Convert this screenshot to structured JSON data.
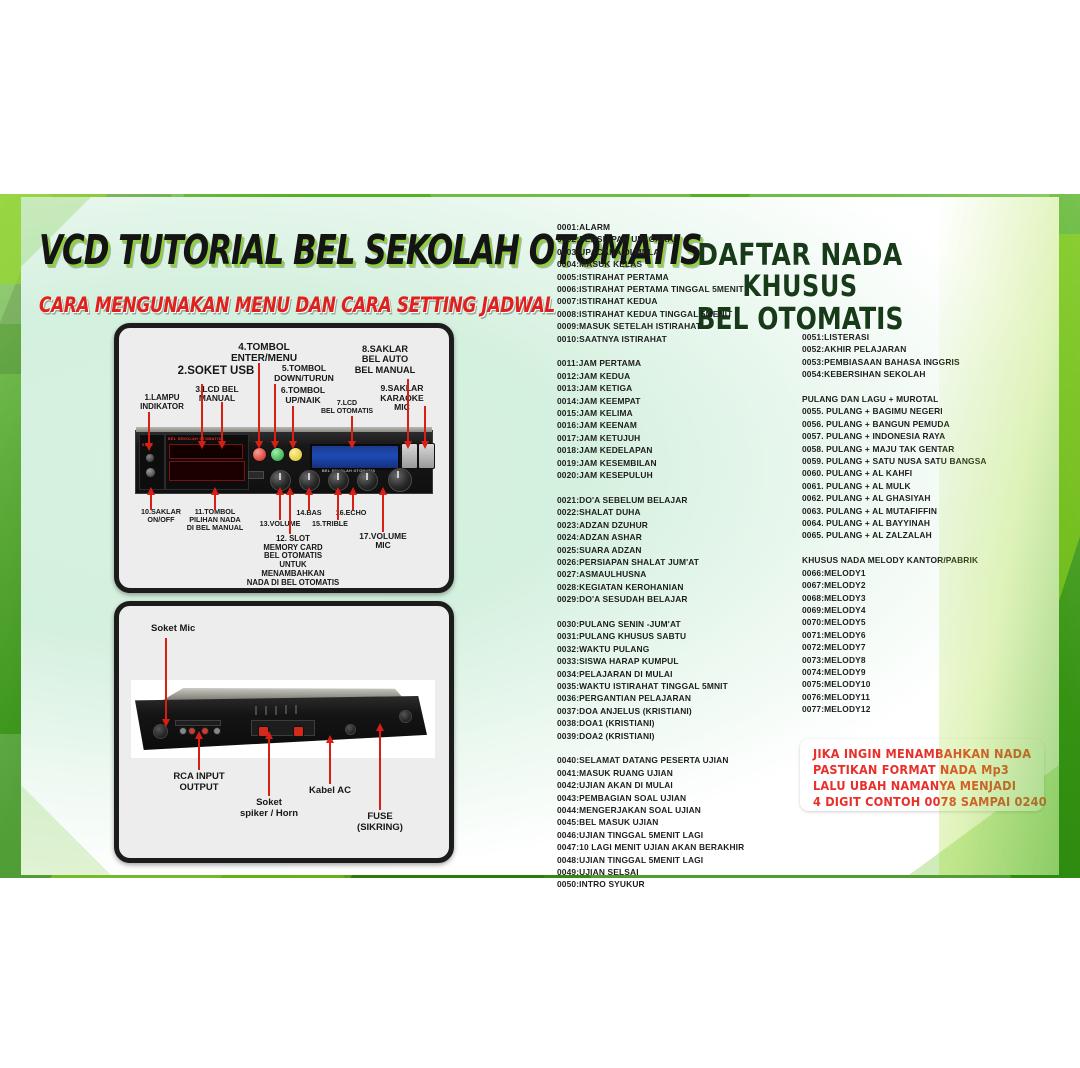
{
  "poster": {
    "title_main": "VCD TUTORIAL BEL SEKOLAH OTOMATIS",
    "title_sub": "CARA MENGUNAKAN MENU DAN CARA SETTING JADWAL",
    "accent_green": "#53b220",
    "accent_red": "#e0201c",
    "title_dark": "#141414"
  },
  "front_panel": {
    "labels": [
      {
        "id": "lampu-indikator",
        "text": "1.LAMPU\nINDIKATOR"
      },
      {
        "id": "soket-usb",
        "text": "2.SOKET USB"
      },
      {
        "id": "lcd-bel-manual",
        "text": "3.LCD BEL\nMANUAL"
      },
      {
        "id": "tombol-enter-menu",
        "text": "4.TOMBOL\nENTER/MENU"
      },
      {
        "id": "tombol-down-turun",
        "text": "5.TOMBOL\nDOWN/TURUN"
      },
      {
        "id": "tombol-up-naik",
        "text": "6.TOMBOL\nUP/NAIK"
      },
      {
        "id": "lcd-bel-otomatis",
        "text": "7.LCD\nBEL OTOMATIS"
      },
      {
        "id": "saklar-bel-auto-manual",
        "text": "8.SAKLAR\nBEL AUTO\nBEL MANUAL"
      },
      {
        "id": "saklar-karaoke-mic",
        "text": "9.SAKLAR\nKARAOKE\nMIC"
      },
      {
        "id": "saklar-on-off",
        "text": "10.SAKLAR\nON/OFF"
      },
      {
        "id": "tombol-pilihan-nada",
        "text": "11.TOMBOL\nPILIHAN NADA\nDI BEL MANUAL"
      },
      {
        "id": "slot-memory-card",
        "text": "12. SLOT\nMEMORY CARD\nBEL OTOMATIS\nUNTUK\nMENAMBAHKAN\nNADA DI BEL OTOMATIS"
      },
      {
        "id": "volume",
        "text": "13.VOLUME"
      },
      {
        "id": "bas",
        "text": "14.BAS"
      },
      {
        "id": "trible",
        "text": "15.TRIBLE"
      },
      {
        "id": "echo",
        "text": "16.ECHO"
      },
      {
        "id": "volume-mic",
        "text": "17.VOLUME\nMIC"
      }
    ]
  },
  "back_panel": {
    "labels": [
      {
        "id": "soket-mic",
        "text": "Soket Mic"
      },
      {
        "id": "rca-input-output",
        "text": "RCA INPUT\nOUTPUT"
      },
      {
        "id": "soket-spiker-horn",
        "text": "Soket\nspiker / Horn"
      },
      {
        "id": "kabel-ac",
        "text": "Kabel AC"
      },
      {
        "id": "fuse-sikring",
        "text": "FUSE\n(SIKRING)"
      }
    ]
  },
  "tone_list": {
    "heading_line1": "DAFTAR NADA",
    "heading_line2": "KHUSUS",
    "heading_line3": "BEL OTOMATIS",
    "column_left": [
      {
        "id": "group-1",
        "rows": [
          "0001:ALARM",
          "0002:PERSIAPAN UPACARA",
          "0003:UPACARA DI MULAI",
          "0004:MASUK KELAS",
          "0005:ISTIRAHAT PERTAMA",
          "0006:ISTIRAHAT PERTAMA TINGGAL 5MENIT",
          "0007:ISTIRAHAT KEDUA",
          "0008:ISTIRAHAT KEDUA TINGGAL 5MENIT",
          "0009:MASUK SETELAH ISTIRAHAT",
          "0010:SAATNYA ISTIRAHAT"
        ]
      },
      {
        "id": "group-2",
        "rows": [
          "0011:JAM PERTAMA",
          "0012:JAM KEDUA",
          "0013:JAM KETIGA",
          "0014:JAM KEEMPAT",
          "0015:JAM KELIMA",
          "0016:JAM KEENAM",
          "0017:JAM KETUJUH",
          "0018:JAM KEDELAPAN",
          "0019:JAM KESEMBILAN",
          "0020:JAM KESEPULUH"
        ]
      },
      {
        "id": "group-3",
        "rows": [
          "0021:DO'A SEBELUM BELAJAR",
          "0022:SHALAT DUHA",
          "0023:ADZAN DZUHUR",
          "0024:ADZAN ASHAR",
          "0025:SUARA ADZAN",
          "0026:PERSIAPAN SHALAT JUM'AT",
          "0027:ASMAULHUSNA",
          "0028:KEGIATAN KEROHANIAN",
          "0029:DO'A SESUDAH BELAJAR"
        ]
      },
      {
        "id": "group-4",
        "rows": [
          "0030:PULANG SENIN -JUM'AT",
          "0031:PULANG KHUSUS SABTU",
          "0032:WAKTU PULANG",
          "0033:SISWA HARAP KUMPUL",
          "0034:PELAJARAN DI MULAI",
          "0035:WAKTU ISTIRAHAT TINGGAL 5MNIT",
          "0036:PERGANTIAN PELAJARAN",
          "0037:DOA ANJELUS (KRISTIANI)",
          "0038:DOA1 (KRISTIANI)",
          "0039:DOA2 (KRISTIANI)"
        ]
      },
      {
        "id": "group-5",
        "rows": [
          "0040:SELAMAT DATANG PESERTA UJIAN",
          "0041:MASUK RUANG UJIAN",
          "0042:UJIAN AKAN DI MULAI",
          "0043:PEMBAGIAN SOAL UJIAN",
          "0044:MENGERJAKAN SOAL UJIAN",
          "0045:BEL MASUK UJIAN",
          "0046:UJIAN TINGGAL 5MENIT LAGI",
          "0047:10 LAGI MENIT UJIAN AKAN BERAKHIR",
          "0048:UJIAN TINGGAL 5MENIT LAGI",
          "0049:UJIAN SELSAI",
          "0050:INTRO SYUKUR"
        ]
      }
    ],
    "column_right": [
      {
        "id": "group-6",
        "rows": [
          "0051:LISTERASI",
          "0052:AKHIR PELAJARAN",
          "0053:PEMBIASAAN BAHASA INGGRIS",
          "0054:KEBERSIHAN SEKOLAH"
        ]
      },
      {
        "id": "group-7",
        "rows": [
          "PULANG DAN LAGU + MUROTAL",
          "0055. PULANG + BAGIMU NEGERI",
          "0056. PULANG + BANGUN PEMUDA",
          "0057. PULANG + INDONESIA RAYA",
          "0058. PULANG + MAJU TAK GENTAR",
          "0059. PULANG + SATU NUSA SATU BANGSA",
          "0060. PULANG + AL KAHFI",
          "0061. PULANG + AL MULK",
          "0062. PULANG + AL GHASIYAH",
          "0063. PULANG + AL MUTAFIFFIN",
          "0064. PULANG + AL BAYYINAH",
          "0065. PULANG + AL ZALZALAH"
        ]
      },
      {
        "id": "group-8",
        "rows": [
          "KHUSUS NADA MELODY KANTOR/PABRIK",
          "0066:MELODY1",
          "0067:MELODY2",
          "0068:MELODY3",
          "0069:MELODY4",
          "0070:MELODY5",
          "0071:MELODY6",
          "0072:MELODY7",
          "0073:MELODY8",
          "0074:MELODY9",
          "0075:MELODY10",
          "0076:MELODY11",
          "0077:MELODY12"
        ]
      }
    ]
  },
  "note_box": {
    "line1": "JIKA INGIN MENAMBAHKAN NADA",
    "line2": "PASTIKAN FORMAT NADA Mp3",
    "line3": "LALU UBAH NAMANYA MENJADI",
    "line4": "4 DIGIT CONTOH 0078 SAMPAI 0240",
    "color": "#e8302a"
  }
}
